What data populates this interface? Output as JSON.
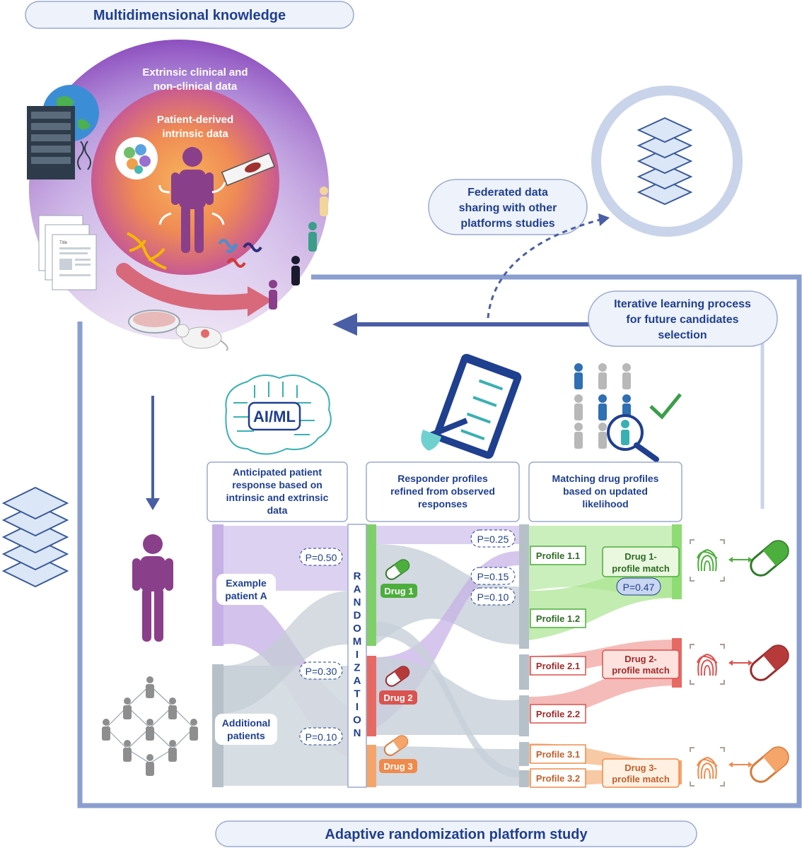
{
  "top_title": "Multidimensional knowledge",
  "bottom_title": "Adaptive randomization platform study",
  "extrinsic_label": [
    "Extrinsic clinical and",
    "non-clinical data"
  ],
  "intrinsic_label": [
    "Patient-derived",
    "intrinsic data"
  ],
  "federated_label": [
    "Federated data",
    "sharing with other",
    "platforms studies"
  ],
  "iterative_label": [
    "Iterative learning process",
    "for future candidates",
    "selection"
  ],
  "ai_label": "AI/ML",
  "doc_title": "Title",
  "col1_header": [
    "Anticipated patient",
    "response based on",
    "intrinsic and extrinsic",
    "data"
  ],
  "col2_header": [
    "Responder profiles",
    "refined from observed",
    "responses"
  ],
  "col3_header": [
    "Matching drug profiles",
    "based on updated",
    "likelihood"
  ],
  "example_patient": [
    "Example",
    "patient A"
  ],
  "additional_patients": [
    "Additional",
    "patients"
  ],
  "randomization_letters": [
    "R",
    "A",
    "N",
    "D",
    "O",
    "M",
    "I",
    "Z",
    "A",
    "T",
    "I",
    "O",
    "N"
  ],
  "probabilities": {
    "p050": "P=0.50",
    "p030": "P=0.30",
    "p010a": "P=0.10",
    "p025": "P=0.25",
    "p015": "P=0.15",
    "p010b": "P=0.10",
    "p047": "P=0.47"
  },
  "drugs": [
    "Drug 1",
    "Drug 2",
    "Drug 3"
  ],
  "profiles": [
    "Profile 1.1",
    "Profile 1.2",
    "Profile 2.1",
    "Profile 2.2",
    "Profile 3.1",
    "Profile 3.2"
  ],
  "matches": [
    [
      "Drug 1-",
      "profile match"
    ],
    [
      "Drug 2-",
      "profile match"
    ],
    [
      "Drug 3-",
      "profile match"
    ]
  ],
  "colors": {
    "navy": "#1f3f8f",
    "frame": "#8a9fcf",
    "green": "#4cae3c",
    "red": "#d9534f",
    "orange": "#f08a4b",
    "purple": "#9b7fd0",
    "gray": "#b9c3cc"
  }
}
